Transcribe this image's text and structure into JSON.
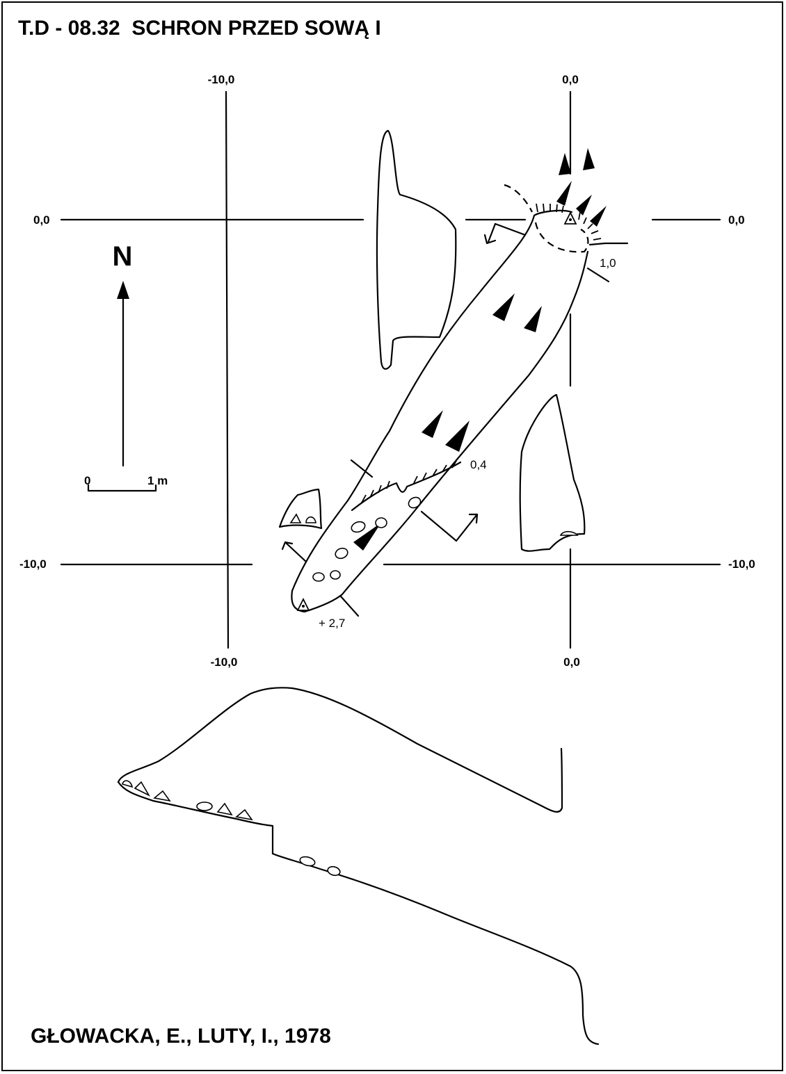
{
  "title": "T.D - 08.32  SCHRON PRZED SOWĄ I",
  "author": "GŁOWACKA, E., LUTY, I., 1978",
  "grid_labels": {
    "top_left": "-10,0",
    "top_right": "0,0",
    "left_upper": "0,0",
    "right_upper": "0,0",
    "left_lower": "-10,0",
    "right_lower": "-10,0",
    "bottom_left": "-10,0",
    "bottom_right": "0,0"
  },
  "north_label": "N",
  "scale": {
    "zero": "0",
    "one": "1 m"
  },
  "depths": {
    "entrance": "1,0",
    "middle": "0,4",
    "end": "+ 2,7"
  }
}
